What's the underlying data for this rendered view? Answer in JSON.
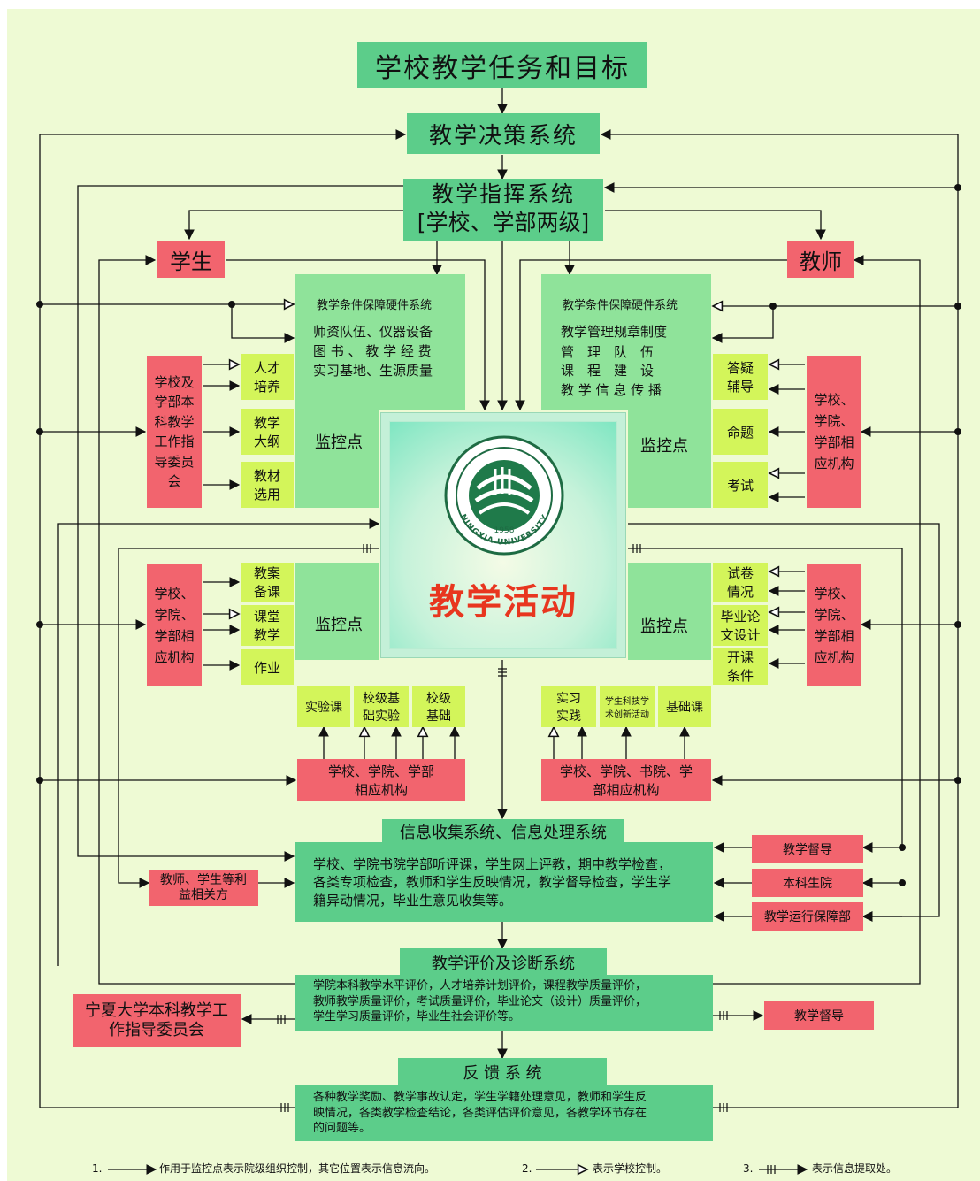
{
  "title": "学校教学任务和目标",
  "decision": "教学决策系统",
  "command": [
    "教学指挥系统",
    "[学校、学部两级]"
  ],
  "student": "学生",
  "teacher": "教师",
  "left_top_panel": {
    "header": "教学条件保障硬件系统",
    "lines": [
      "师资队伍、仪器设备",
      "图 书 、 教 学 经 费",
      "实习基地、生源质量"
    ],
    "monitor": "监控点"
  },
  "right_top_panel": {
    "header": "教学条件保障硬件系统",
    "lines": [
      "教学管理规章制度",
      "管　理　队　伍",
      "课　程　建　设",
      "教 学 信 息 传 播"
    ],
    "monitor": "监控点"
  },
  "left_top_items": [
    "人才\n培养",
    "教学\n大纲",
    "教材\n选用"
  ],
  "left_top_org": "学校及\n学部本\n科教学\n工作指\n导委员\n会",
  "right_top_items": [
    "答疑\n辅导",
    "命题",
    "考试"
  ],
  "right_top_org": "学校、\n学院、\n学部相\n应机构",
  "center": {
    "activity": "教学活动",
    "logo_year": "1958",
    "logo_text": "NINGXIA UNIVERSITY"
  },
  "left_bottom_panel": {
    "monitor": "监控点"
  },
  "left_bottom_items": [
    "教案\n备课",
    "课堂\n教学",
    "作业"
  ],
  "left_bottom_org": "学校、\n学院、\n学部相\n应机构",
  "left_bottom_row": [
    "实验课",
    "校级基\n础实验",
    "校级\n基础"
  ],
  "left_bottom_org2": "学校、学院、学部\n相应机构",
  "right_bottom_panel": {
    "monitor": "监控点"
  },
  "right_bottom_items": [
    "试卷\n情况",
    "毕业论\n文设计",
    "开课\n条件"
  ],
  "right_bottom_org": "学校、\n学院、\n学部相\n应机构",
  "right_bottom_row": [
    "实习\n实践",
    "学生科技学\n术创新活动",
    "基础课"
  ],
  "right_bottom_org2": "学校、学院、书院、学\n部相应机构",
  "info": {
    "title": "信息收集系统、信息处理系统",
    "text": "学校、学院书院学部听评课，学生网上评教，期中教学检查，\n各类专项检查，教师和学生反映情况，教学督导检查，学生学\n籍异动情况，毕业生意见收集等。"
  },
  "stakeholders": "教师、学生等利\n益相关方",
  "info_right": [
    "教学督导",
    "本科生院",
    "教学运行保障部"
  ],
  "eval": {
    "title": "教学评价及诊断系统",
    "text": "学院本科教学水平评价，人才培养计划评价，课程教学质量评价，\n教师教学质量评价，考试质量评价，毕业论文（设计）质量评价，\n学生学习质量评价，毕业生社会评价等。"
  },
  "committee": "宁夏大学本科教学工\n作指导委员会",
  "supervision": "教学督导",
  "feedback": {
    "title": "反 馈 系 统",
    "text": "各种教学奖励、教学事故认定，学生学籍处理意见，教师和学生反\n映情况，各类教学检查结论，各类评估评价意见，各教学环节存在\n的问题等。"
  },
  "legend": [
    {
      "num": "1.",
      "text": "作用于监控点表示院级组织控制，其它位置表示信息流向。"
    },
    {
      "num": "2.",
      "text": "表示学校控制。"
    },
    {
      "num": "3.",
      "text": "表示信息提取处。"
    }
  ]
}
